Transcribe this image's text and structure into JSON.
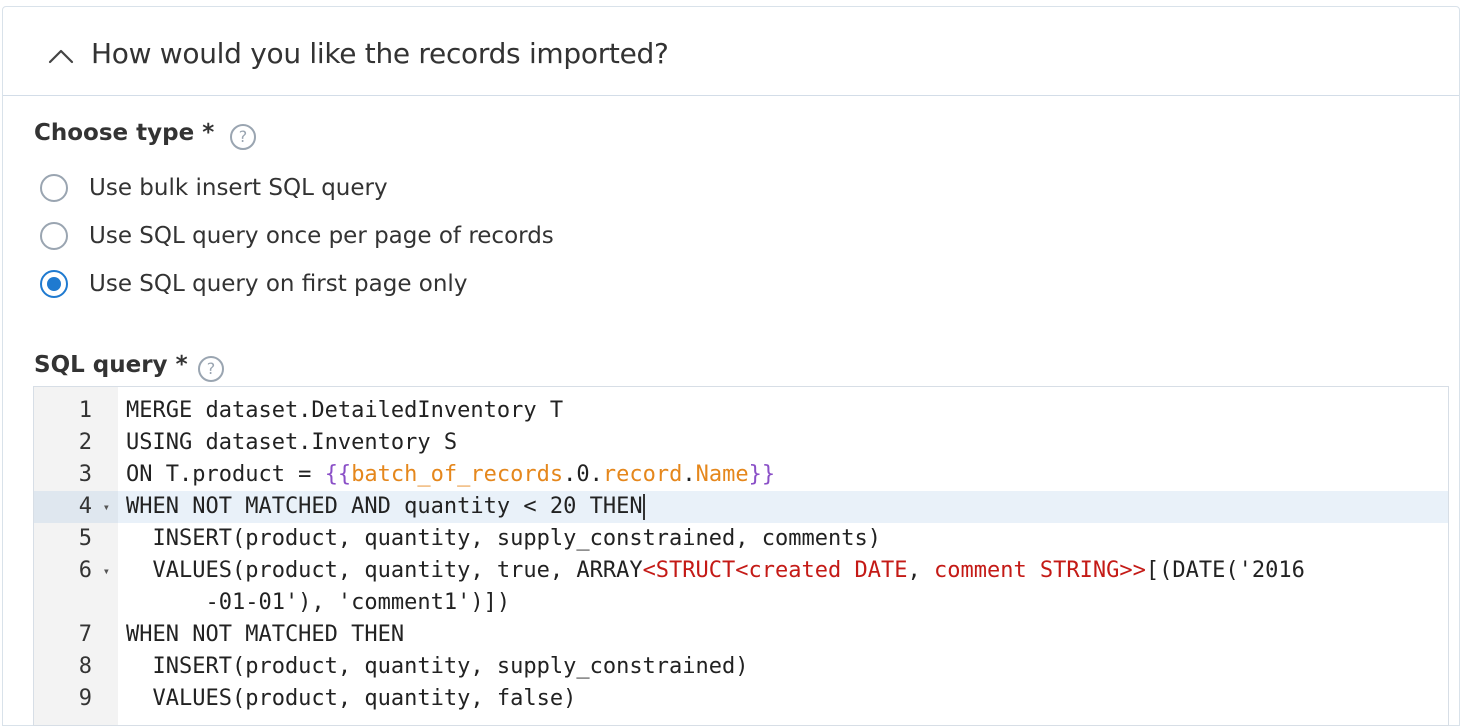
{
  "section": {
    "title": "How would you like the records imported?",
    "toggle_icon": "chevron-up-icon"
  },
  "choose_type": {
    "label": "Choose type",
    "required_mark": " *",
    "help_icon": "question-mark",
    "options": [
      {
        "label": "Use bulk insert SQL query",
        "selected": false
      },
      {
        "label": "Use SQL query once per page of records",
        "selected": false
      },
      {
        "label": "Use SQL query on first page only",
        "selected": true
      }
    ]
  },
  "sql_query": {
    "label": "SQL query",
    "required_mark": " *",
    "help_icon": "question-mark",
    "lines": [
      {
        "num": "1",
        "fold": false,
        "tokens": [
          {
            "t": "MERGE dataset.DetailedInventory T",
            "k": "plain"
          }
        ]
      },
      {
        "num": "2",
        "fold": false,
        "tokens": [
          {
            "t": "USING dataset.Inventory S",
            "k": "plain"
          }
        ]
      },
      {
        "num": "3",
        "fold": false,
        "tokens": [
          {
            "t": "ON T.product = ",
            "k": "plain"
          },
          {
            "t": "{{",
            "k": "brace"
          },
          {
            "t": "batch_of_records",
            "k": "var"
          },
          {
            "t": ".0.",
            "k": "plain"
          },
          {
            "t": "record",
            "k": "var"
          },
          {
            "t": ".",
            "k": "plain"
          },
          {
            "t": "Name",
            "k": "var"
          },
          {
            "t": "}}",
            "k": "brace"
          }
        ]
      },
      {
        "num": "4",
        "fold": true,
        "active": true,
        "tokens": [
          {
            "t": "WHEN NOT MATCHED AND quantity < 20 THEN",
            "k": "plain"
          }
        ]
      },
      {
        "num": "5",
        "fold": false,
        "tokens": [
          {
            "t": "  INSERT(product, quantity, supply_constrained, comments)",
            "k": "plain"
          }
        ]
      },
      {
        "num": "6",
        "fold": true,
        "tokens": [
          {
            "t": "  VALUES(product, quantity, true, ARRAY",
            "k": "plain"
          },
          {
            "t": "<STRUCT<created DATE",
            "k": "type"
          },
          {
            "t": ", ",
            "k": "plain"
          },
          {
            "t": "comment STRING>>",
            "k": "type"
          },
          {
            "t": "[(DATE('2016",
            "k": "plain"
          }
        ]
      },
      {
        "num": "",
        "fold": false,
        "tokens": [
          {
            "t": "      -01-01'), 'comment1')])",
            "k": "plain"
          }
        ]
      },
      {
        "num": "7",
        "fold": false,
        "tokens": [
          {
            "t": "WHEN NOT MATCHED THEN",
            "k": "plain"
          }
        ]
      },
      {
        "num": "8",
        "fold": false,
        "tokens": [
          {
            "t": "  INSERT(product, quantity, supply_constrained)",
            "k": "plain"
          }
        ]
      },
      {
        "num": "9",
        "fold": false,
        "tokens": [
          {
            "t": "  VALUES(product, quantity, false)",
            "k": "plain"
          }
        ]
      }
    ]
  },
  "colors": {
    "accent": "#1f7ad0",
    "template_brace": "#8a4fc7",
    "template_variable": "#e5871c",
    "type_keyword": "#c41a16"
  }
}
